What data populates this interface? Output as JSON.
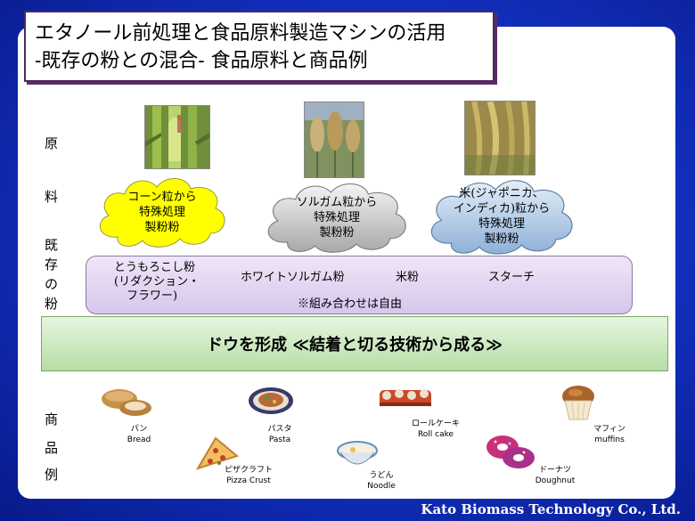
{
  "title": {
    "line1": "エタノール前処理と食品原料製造マシンの活用",
    "line2": "-既存の粉との混合- 食品原料と商品例"
  },
  "side_labels": {
    "raw": [
      "原",
      "料"
    ],
    "existing": [
      "既",
      "存",
      "の",
      "粉"
    ],
    "products": [
      "商",
      "品",
      "例"
    ]
  },
  "clouds": [
    {
      "lines": [
        "コーン粒から",
        "特殊処理",
        "製粉粉"
      ],
      "color": "#ffff00"
    },
    {
      "lines": [
        "ソルガム粒から",
        "特殊処理",
        "製粉粉"
      ],
      "color": "#c0c0c0"
    },
    {
      "lines": [
        "米(ジャポニカ、",
        "インディカ)粒から",
        "特殊処理",
        "製粉粉"
      ],
      "color": "#b4cde8"
    }
  ],
  "existing_flours": {
    "corn": [
      "とうもろこし粉",
      "(リダクション・",
      "フラワー)"
    ],
    "sorghum": "ホワイトソルガム粉",
    "rice": "米粉",
    "starch": "スターチ",
    "note": "※組み合わせは自由"
  },
  "dough_text": "ドウを形成 ≪結着と切る技術から成る≫",
  "products": [
    {
      "jp": "パン",
      "en": "Bread"
    },
    {
      "jp": "パスタ",
      "en": "Pasta"
    },
    {
      "jp": "ロールケーキ",
      "en": "Roll cake"
    },
    {
      "jp": "マフィン",
      "en": "muffins"
    },
    {
      "jp": "ピザクラフト",
      "en": "Pizza Crust"
    },
    {
      "jp": "うどん",
      "en": "Noodle"
    },
    {
      "jp": "ドーナツ",
      "en": "Doughnut"
    }
  ],
  "footer": "Kato Biomass Technology Co., Ltd."
}
